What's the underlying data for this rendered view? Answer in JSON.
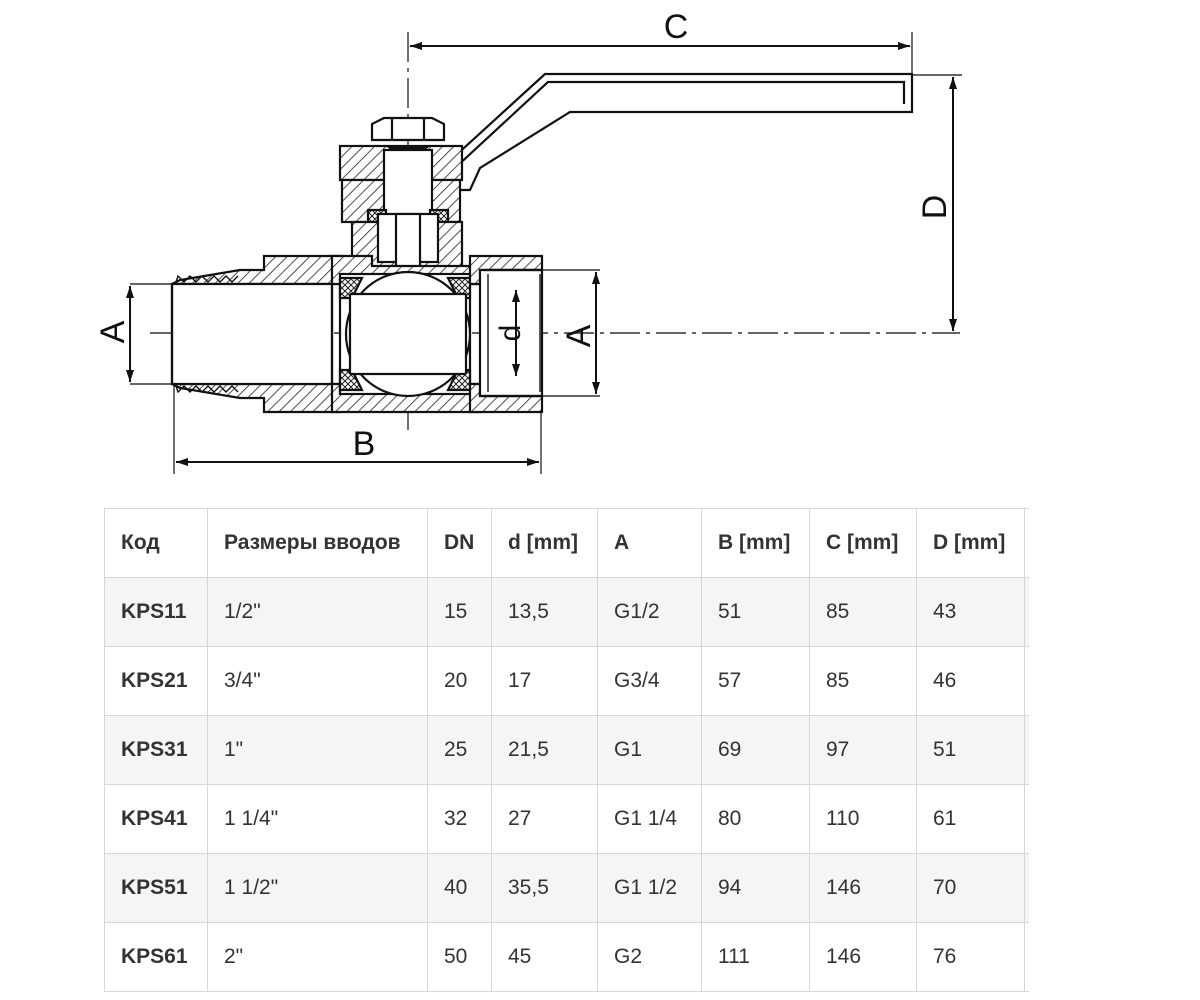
{
  "diagram": {
    "dimension_labels": {
      "a_left": "A",
      "a_right": "A",
      "b": "B",
      "c": "C",
      "d_upper": "D",
      "d_lower": "d"
    }
  },
  "table": {
    "headers": [
      "Код",
      "Размеры вводов",
      "DN",
      "d [mm]",
      "A",
      "B [mm]",
      "C [mm]",
      "D [mm]"
    ],
    "rows": [
      [
        "KPS11",
        "1/2\"",
        "15",
        "13,5",
        "G1/2",
        "51",
        "85",
        "43"
      ],
      [
        "KPS21",
        "3/4\"",
        "20",
        "17",
        "G3/4",
        "57",
        "85",
        "46"
      ],
      [
        "KPS31",
        "1\"",
        "25",
        "21,5",
        "G1",
        "69",
        "97",
        "51"
      ],
      [
        "KPS41",
        "1 1/4\"",
        "32",
        "27",
        "G1 1/4",
        "80",
        "110",
        "61"
      ],
      [
        "KPS51",
        "1 1/2\"",
        "40",
        "35,5",
        "G1 1/2",
        "94",
        "146",
        "70"
      ],
      [
        "KPS61",
        "2\"",
        "50",
        "45",
        "G2",
        "111",
        "146",
        "76"
      ]
    ]
  }
}
